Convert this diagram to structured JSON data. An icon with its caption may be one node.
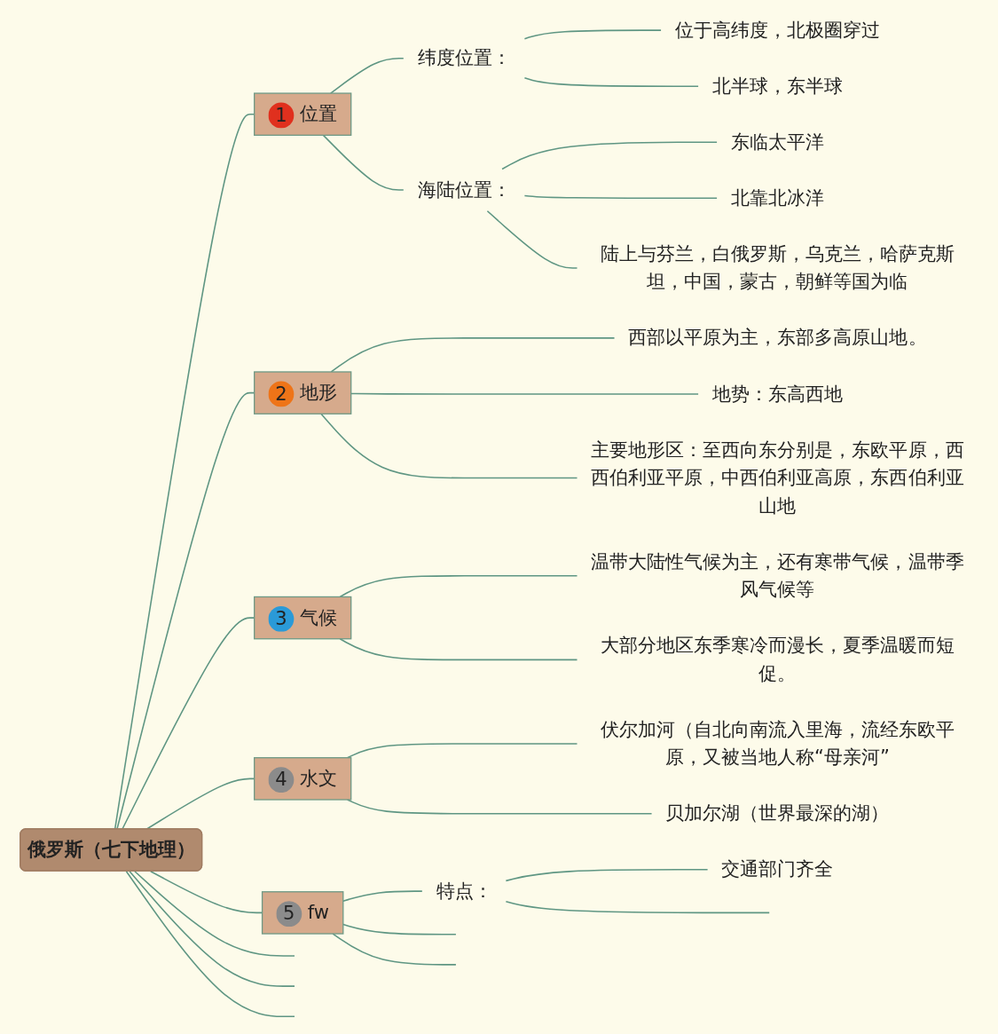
{
  "diagram": {
    "nodes": [
      {
        "text": [
          "俄罗斯（七下地理）"
        ]
      },
      {
        "text": [
          "1",
          "位置"
        ]
      },
      {
        "text": [
          "纬度位置："
        ]
      },
      {
        "text": [
          "位于高纬度，北极圈穿过"
        ]
      },
      {
        "text": [
          "北半球，东半球"
        ]
      },
      {
        "text": [
          "海陆位置："
        ]
      },
      {
        "text": [
          "东临太平洋"
        ]
      },
      {
        "text": [
          "北靠北冰洋"
        ]
      },
      {
        "text": [
          "陆上与芬兰，白俄罗斯，乌克兰，哈萨克斯坦，中国，蒙古，朝鲜等国为临"
        ]
      },
      {
        "text": [
          "2",
          "地形"
        ]
      },
      {
        "text": [
          "西部以平原为主，东部多高原山地。"
        ]
      },
      {
        "text": [
          "地势：东高西地"
        ]
      },
      {
        "text": [
          "主要地形区：至西向东分别是，东欧平原，西西伯利亚平原，中西伯利亚高原，东西伯利亚山地"
        ]
      },
      {
        "text": [
          "3",
          "气候"
        ]
      },
      {
        "text": [
          "温带大陆性气候为主，还有寒带气候，温带季风气候等"
        ]
      },
      {
        "text": [
          "大部分地区东季寒冷而漫长，夏季温暖而短促。"
        ]
      },
      {
        "text": [
          "4",
          "水文"
        ]
      },
      {
        "text": [
          "伏尔加河（自北向南流入里海，流经东欧平原，又被当地人称“母亲河”"
        ]
      },
      {
        "text": [
          "贝加尔湖（世界最深的湖）"
        ]
      },
      {
        "text": [
          "5",
          "fw"
        ]
      },
      {
        "text": [
          "特点："
        ]
      },
      {
        "text": [
          "交通部门齐全"
        ]
      }
    ],
    "edges": [
      {
        "from": 0,
        "to": 1,
        "arrow": "none"
      },
      {
        "from": 1,
        "to": 2,
        "arrow": "none"
      },
      {
        "from": 2,
        "to": 3,
        "arrow": "none"
      },
      {
        "from": 2,
        "to": 4,
        "arrow": "none"
      },
      {
        "from": 1,
        "to": 5,
        "arrow": "none"
      },
      {
        "from": 5,
        "to": 6,
        "arrow": "none"
      },
      {
        "from": 5,
        "to": 7,
        "arrow": "none"
      },
      {
        "from": 5,
        "to": 8,
        "arrow": "none"
      },
      {
        "from": 0,
        "to": 9,
        "arrow": "none"
      },
      {
        "from": 9,
        "to": 10,
        "arrow": "none"
      },
      {
        "from": 9,
        "to": 11,
        "arrow": "none"
      },
      {
        "from": 9,
        "to": 12,
        "arrow": "none"
      },
      {
        "from": 0,
        "to": 13,
        "arrow": "none"
      },
      {
        "from": 13,
        "to": 14,
        "arrow": "none"
      },
      {
        "from": 13,
        "to": 15,
        "arrow": "none"
      },
      {
        "from": 0,
        "to": 16,
        "arrow": "none"
      },
      {
        "from": 16,
        "to": 17,
        "arrow": "none"
      },
      {
        "from": 16,
        "to": 18,
        "arrow": "none"
      },
      {
        "from": 0,
        "to": 19,
        "arrow": "none"
      },
      {
        "from": 19,
        "to": 20,
        "arrow": "none"
      },
      {
        "from": 20,
        "to": 21,
        "arrow": "none"
      },
      {
        "from": 20,
        "to": null,
        "arrow": "none"
      },
      {
        "from": 19,
        "to": null,
        "arrow": "none"
      },
      {
        "from": 19,
        "to": null,
        "arrow": "none"
      },
      {
        "from": 0,
        "to": null,
        "arrow": "none"
      },
      {
        "from": 0,
        "to": null,
        "arrow": "none"
      },
      {
        "from": 0,
        "to": null,
        "arrow": "none"
      }
    ]
  }
}
